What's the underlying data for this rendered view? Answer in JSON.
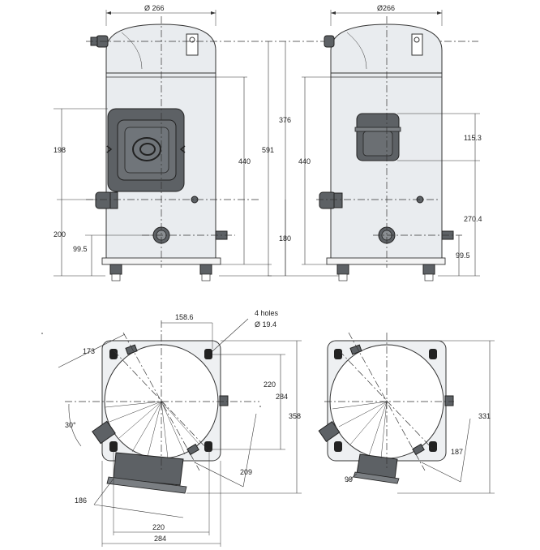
{
  "front_view": {
    "diameter_label": "Ø 266",
    "dims": {
      "d198": "198",
      "d200": "200",
      "d99_5": "99.5",
      "d440": "440",
      "d591": "591",
      "d376": "376"
    }
  },
  "side_view": {
    "diameter_label": "Ø266",
    "dims": {
      "d440": "440",
      "d180": "180",
      "d115_3": "115.3",
      "d270_4": "270.4",
      "d99_5": "99.5"
    }
  },
  "bottom_left_view": {
    "dims": {
      "d173": "173",
      "d158_6": "158.6",
      "holes_count": "4 holes",
      "holes_diameter": "Ø 19.4",
      "d220_v": "220",
      "d284_v": "284",
      "d358": "358",
      "d30deg": "30°",
      "d209": "209",
      "d186": "186",
      "d220_h": "220",
      "d284_h": "284"
    }
  },
  "bottom_right_view": {
    "dims": {
      "d331": "331",
      "d187": "187",
      "d99": "99"
    }
  },
  "colors": {
    "body": "#e9ecef",
    "terminal_box": "#5d6165",
    "line": "#333333"
  }
}
